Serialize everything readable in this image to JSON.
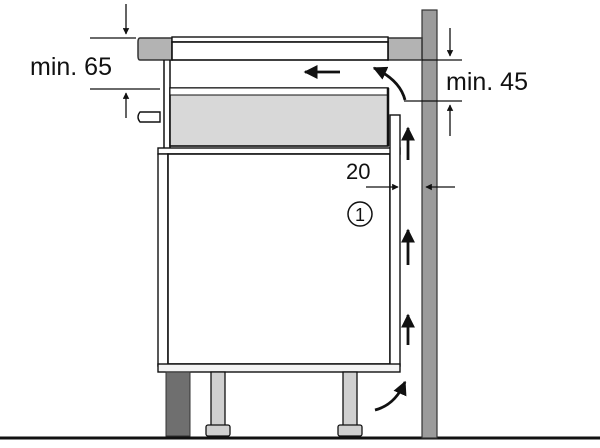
{
  "labels": {
    "top_clearance": "min. 65",
    "rear_clearance": "min. 45",
    "gap_width": "20",
    "callout": "1"
  },
  "colors": {
    "ink": "#111111",
    "wall_fill": "#9b9b9b",
    "worktop_fill": "#b3b3b3",
    "hob_body": "#d8d8d8",
    "panel_fill": "#f4f4f4",
    "plinth_fill": "#6f6f6f",
    "leg_fill": "#d0d0d0"
  }
}
